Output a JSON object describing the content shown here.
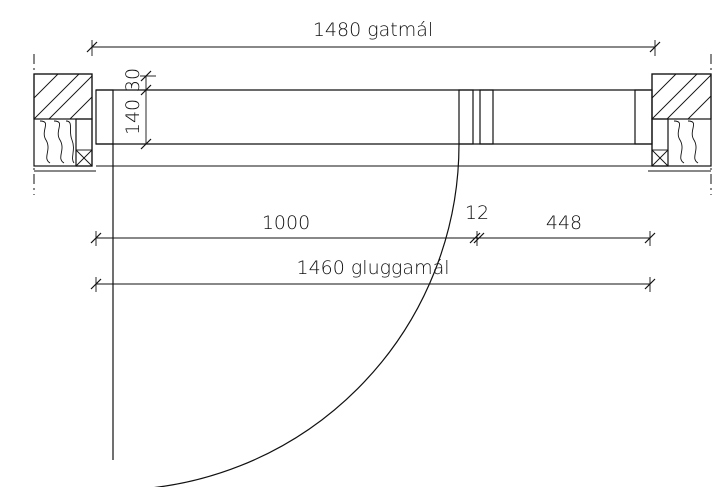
{
  "drawing": {
    "dimensions": {
      "overall_frame": "1480 gatmál",
      "frame_depth_top": "30",
      "frame_depth": "140",
      "leaf_width": "1000",
      "gap": "12",
      "side_panel": "448",
      "opening": "1460 gluggamál"
    }
  }
}
